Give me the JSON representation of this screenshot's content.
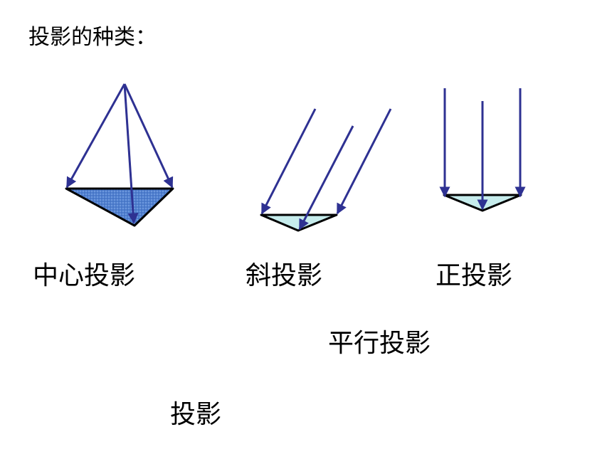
{
  "title": "投影的种类：",
  "labels": {
    "central": "中心投影",
    "oblique": "斜投影",
    "orthographic": "正投影",
    "parallel": "平行投影",
    "projection": "投影"
  },
  "colors": {
    "ray": "#2e3192",
    "outline": "#000000",
    "central_fill": "#4f7fcf",
    "parallel_fill": "#c6ecec"
  }
}
